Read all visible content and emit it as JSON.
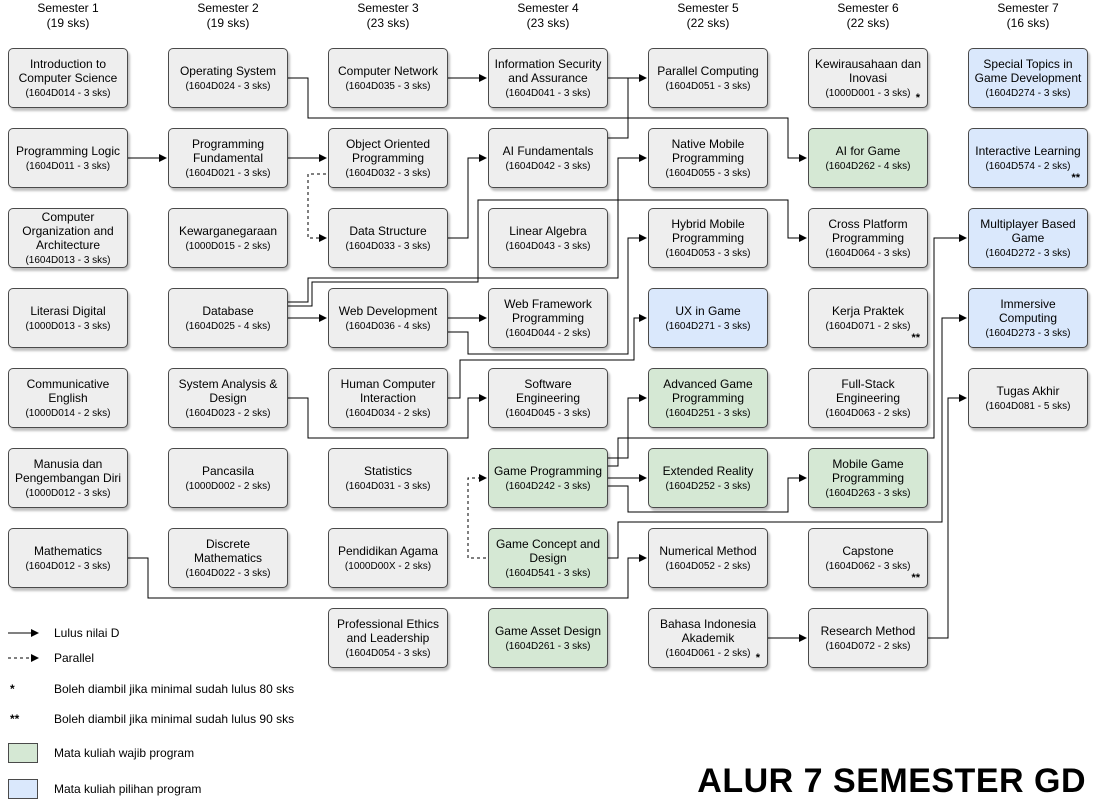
{
  "title": "ALUR 7 SEMESTER GD",
  "colors": {
    "default": "#eeeeee",
    "wajib": "#d5e8d4",
    "pilihan": "#dae8fc",
    "stroke": "#000000"
  },
  "semesters": [
    {
      "label": "Semester 1",
      "sks": "(19 sks)"
    },
    {
      "label": "Semester 2",
      "sks": "(19 sks)"
    },
    {
      "label": "Semester 3",
      "sks": "(23 sks)"
    },
    {
      "label": "Semester 4",
      "sks": "(23 sks)"
    },
    {
      "label": "Semester 5",
      "sks": "(22 sks)"
    },
    {
      "label": "Semester 6",
      "sks": "(22 sks)"
    },
    {
      "label": "Semester 7",
      "sks": "(16 sks)"
    }
  ],
  "courses": [
    {
      "id": "intro_cs",
      "name": "Introduction to Computer Science",
      "code": "(1604D014 - 3 sks)",
      "kind": "default",
      "mark": ""
    },
    {
      "id": "prog_logic",
      "name": "Programming Logic",
      "code": "(1604D011 - 3 sks)",
      "kind": "default",
      "mark": ""
    },
    {
      "id": "comp_org",
      "name": "Computer Organization and Architecture",
      "code": "(1604D013 - 3 sks)",
      "kind": "default",
      "mark": ""
    },
    {
      "id": "literasi",
      "name": "Literasi Digital",
      "code": "(1000D013 - 3 sks)",
      "kind": "default",
      "mark": ""
    },
    {
      "id": "comm_eng",
      "name": "Communicative English",
      "code": "(1000D014 - 2 sks)",
      "kind": "default",
      "mark": ""
    },
    {
      "id": "manusia",
      "name": "Manusia dan Pengembangan Diri",
      "code": "(1000D012 - 3 sks)",
      "kind": "default",
      "mark": ""
    },
    {
      "id": "math",
      "name": "Mathematics",
      "code": "(1604D012 - 3 sks)",
      "kind": "default",
      "mark": ""
    },
    {
      "id": "os",
      "name": "Operating System",
      "code": "(1604D024 - 3 sks)",
      "kind": "default",
      "mark": ""
    },
    {
      "id": "prog_fund",
      "name": "Programming Fundamental",
      "code": "(1604D021 - 3 sks)",
      "kind": "default",
      "mark": ""
    },
    {
      "id": "kewarga",
      "name": "Kewarganegaraan",
      "code": "(1000D015 - 2 sks)",
      "kind": "default",
      "mark": ""
    },
    {
      "id": "database",
      "name": "Database",
      "code": "(1604D025 - 4 sks)",
      "kind": "default",
      "mark": ""
    },
    {
      "id": "sys_analysis",
      "name": "System Analysis & Design",
      "code": "(1604D023 - 2 sks)",
      "kind": "default",
      "mark": ""
    },
    {
      "id": "pancasila",
      "name": "Pancasila",
      "code": "(1000D002 - 2 sks)",
      "kind": "default",
      "mark": ""
    },
    {
      "id": "discrete",
      "name": "Discrete Mathematics",
      "code": "(1604D022 - 3 sks)",
      "kind": "default",
      "mark": ""
    },
    {
      "id": "network",
      "name": "Computer Network",
      "code": "(1604D035 - 3 sks)",
      "kind": "default",
      "mark": ""
    },
    {
      "id": "oop",
      "name": "Object Oriented Programming",
      "code": "(1604D032 - 3 sks)",
      "kind": "default",
      "mark": ""
    },
    {
      "id": "ds",
      "name": "Data Structure",
      "code": "(1604D033 - 3 sks)",
      "kind": "default",
      "mark": ""
    },
    {
      "id": "webdev",
      "name": "Web Development",
      "code": "(1604D036 - 4 sks)",
      "kind": "default",
      "mark": ""
    },
    {
      "id": "hci",
      "name": "Human Computer Interaction",
      "code": "(1604D034 - 2 sks)",
      "kind": "default",
      "mark": ""
    },
    {
      "id": "stats",
      "name": "Statistics",
      "code": "(1604D031 - 3 sks)",
      "kind": "default",
      "mark": ""
    },
    {
      "id": "agama",
      "name": "Pendidikan Agama",
      "code": "(1000D00X - 2 sks)",
      "kind": "default",
      "mark": ""
    },
    {
      "id": "ethics",
      "name": "Professional Ethics and Leadership",
      "code": "(1604D054 - 3 sks)",
      "kind": "default",
      "mark": ""
    },
    {
      "id": "infosec",
      "name": "Information Security and Assurance",
      "code": "(1604D041 - 3 sks)",
      "kind": "default",
      "mark": ""
    },
    {
      "id": "ai_fund",
      "name": "AI Fundamentals",
      "code": "(1604D042 - 3 sks)",
      "kind": "default",
      "mark": ""
    },
    {
      "id": "linalg",
      "name": "Linear Algebra",
      "code": "(1604D043 - 3 sks)",
      "kind": "default",
      "mark": ""
    },
    {
      "id": "web_fw",
      "name": "Web Framework Programming",
      "code": "(1604D044 - 2 sks)",
      "kind": "default",
      "mark": ""
    },
    {
      "id": "soft_eng",
      "name": "Software Engineering",
      "code": "(1604D045 - 3 sks)",
      "kind": "default",
      "mark": ""
    },
    {
      "id": "game_prog",
      "name": "Game Programming",
      "code": "(1604D242 - 3 sks)",
      "kind": "wajib",
      "mark": ""
    },
    {
      "id": "game_concept",
      "name": "Game Concept and Design",
      "code": "(1604D541 - 3 sks)",
      "kind": "wajib",
      "mark": ""
    },
    {
      "id": "game_asset",
      "name": "Game Asset Design",
      "code": "(1604D261 - 3 sks)",
      "kind": "wajib",
      "mark": ""
    },
    {
      "id": "parallel",
      "name": "Parallel Computing",
      "code": "(1604D051 - 3 sks)",
      "kind": "default",
      "mark": ""
    },
    {
      "id": "native_mobile",
      "name": "Native Mobile Programming",
      "code": "(1604D055 - 3 sks)",
      "kind": "default",
      "mark": ""
    },
    {
      "id": "hybrid_mobile",
      "name": "Hybrid Mobile Programming",
      "code": "(1604D053 - 3 sks)",
      "kind": "default",
      "mark": ""
    },
    {
      "id": "ux_game",
      "name": "UX in Game",
      "code": "(1604D271 - 3 sks)",
      "kind": "pilihan",
      "mark": ""
    },
    {
      "id": "adv_game",
      "name": "Advanced Game Programming",
      "code": "(1604D251 - 3 sks)",
      "kind": "wajib",
      "mark": ""
    },
    {
      "id": "ext_reality",
      "name": "Extended Reality",
      "code": "(1604D252 - 3 sks)",
      "kind": "wajib",
      "mark": ""
    },
    {
      "id": "numerical",
      "name": "Numerical Method",
      "code": "(1604D052 - 2 sks)",
      "kind": "default",
      "mark": ""
    },
    {
      "id": "bahasa",
      "name": "Bahasa Indonesia Akademik",
      "code": "(1604D061 - 2 sks)",
      "kind": "default",
      "mark": "*"
    },
    {
      "id": "kewirausahaan",
      "name": "Kewirausahaan dan Inovasi",
      "code": "(1000D001 - 3 sks)",
      "kind": "default",
      "mark": "*"
    },
    {
      "id": "ai_game",
      "name": "AI for Game",
      "code": "(1604D262 - 4 sks)",
      "kind": "wajib",
      "mark": ""
    },
    {
      "id": "cross_platform",
      "name": "Cross Platform Programming",
      "code": "(1604D064 - 3 sks)",
      "kind": "default",
      "mark": ""
    },
    {
      "id": "kerja_praktek",
      "name": "Kerja Praktek",
      "code": "(1604D071 - 2 sks)",
      "kind": "default",
      "mark": "**"
    },
    {
      "id": "fullstack",
      "name": "Full-Stack Engineering",
      "code": "(1604D063 - 2 sks)",
      "kind": "default",
      "mark": ""
    },
    {
      "id": "mobile_game",
      "name": "Mobile Game Programming",
      "code": "(1604D263 - 3 sks)",
      "kind": "wajib",
      "mark": ""
    },
    {
      "id": "capstone",
      "name": "Capstone",
      "code": "(1604D062 - 3 sks)",
      "kind": "default",
      "mark": "**"
    },
    {
      "id": "research",
      "name": "Research Method",
      "code": "(1604D072 - 2 sks)",
      "kind": "default",
      "mark": ""
    },
    {
      "id": "special_topics",
      "name": "Special Topics in Game Development",
      "code": "(1604D274 - 3 sks)",
      "kind": "pilihan",
      "mark": ""
    },
    {
      "id": "interactive",
      "name": "Interactive Learning",
      "code": "(1604D574 - 2 sks)",
      "kind": "pilihan",
      "mark": "**"
    },
    {
      "id": "multiplayer",
      "name": "Multiplayer Based Game",
      "code": "(1604D272 - 3 sks)",
      "kind": "pilihan",
      "mark": ""
    },
    {
      "id": "immersive",
      "name": "Immersive Computing",
      "code": "(1604D273 - 3 sks)",
      "kind": "pilihan",
      "mark": ""
    },
    {
      "id": "tugas_akhir",
      "name": "Tugas Akhir",
      "code": "(1604D081 - 5 sks)",
      "kind": "default",
      "mark": ""
    }
  ],
  "legend": {
    "pass": "Lulus nilai D",
    "parallel": "Parallel",
    "star1_symbol": "*",
    "star1_text": "Boleh diambil jika minimal sudah lulus 80 sks",
    "star2_symbol": "**",
    "star2_text": "Boleh diambil jika minimal sudah lulus 90 sks",
    "wajib": "Mata kuliah wajib program",
    "pilihan": "Mata kuliah pilihan program"
  }
}
